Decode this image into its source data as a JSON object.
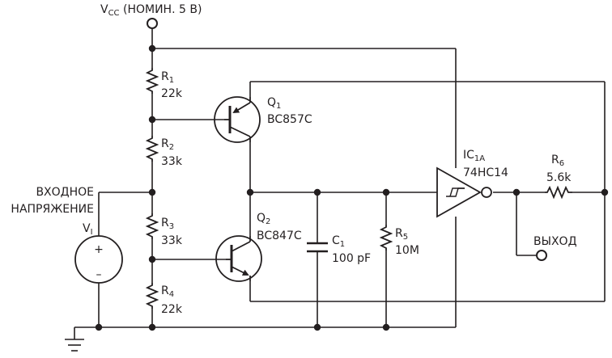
{
  "supply": {
    "main": "V",
    "sub": "CC",
    "note": " (НОМИН. 5 В)"
  },
  "input": {
    "line1": "ВХОДНОЕ",
    "line2": "НАПРЯЖЕНИЕ",
    "source_main": "V",
    "source_sub": "I",
    "plus": "+",
    "minus": "–"
  },
  "output": {
    "label": "ВЫХОД"
  },
  "resistors": {
    "r1": {
      "main": "R",
      "sub": "1",
      "value": "22k"
    },
    "r2": {
      "main": "R",
      "sub": "2",
      "value": "33k"
    },
    "r3": {
      "main": "R",
      "sub": "3",
      "value": "33k"
    },
    "r4": {
      "main": "R",
      "sub": "4",
      "value": "22k"
    },
    "r5": {
      "main": "R",
      "sub": "5",
      "value": "10M"
    },
    "r6": {
      "main": "R",
      "sub": "6",
      "value": "5.6k"
    }
  },
  "transistors": {
    "q1": {
      "main": "Q",
      "sub": "1",
      "part": "BC857C"
    },
    "q2": {
      "main": "Q",
      "sub": "2",
      "part": "BC847C"
    }
  },
  "capacitor": {
    "main": "C",
    "sub": "1",
    "value": "100 pF"
  },
  "ic": {
    "main": "IC",
    "sub": "1A",
    "part": "74HC14"
  },
  "icons": [
    "resistor-icon",
    "pnp-transistor-icon",
    "npn-transistor-icon",
    "capacitor-icon",
    "schmitt-inverter-icon",
    "voltage-source-icon",
    "ground-icon",
    "terminal-icon"
  ]
}
